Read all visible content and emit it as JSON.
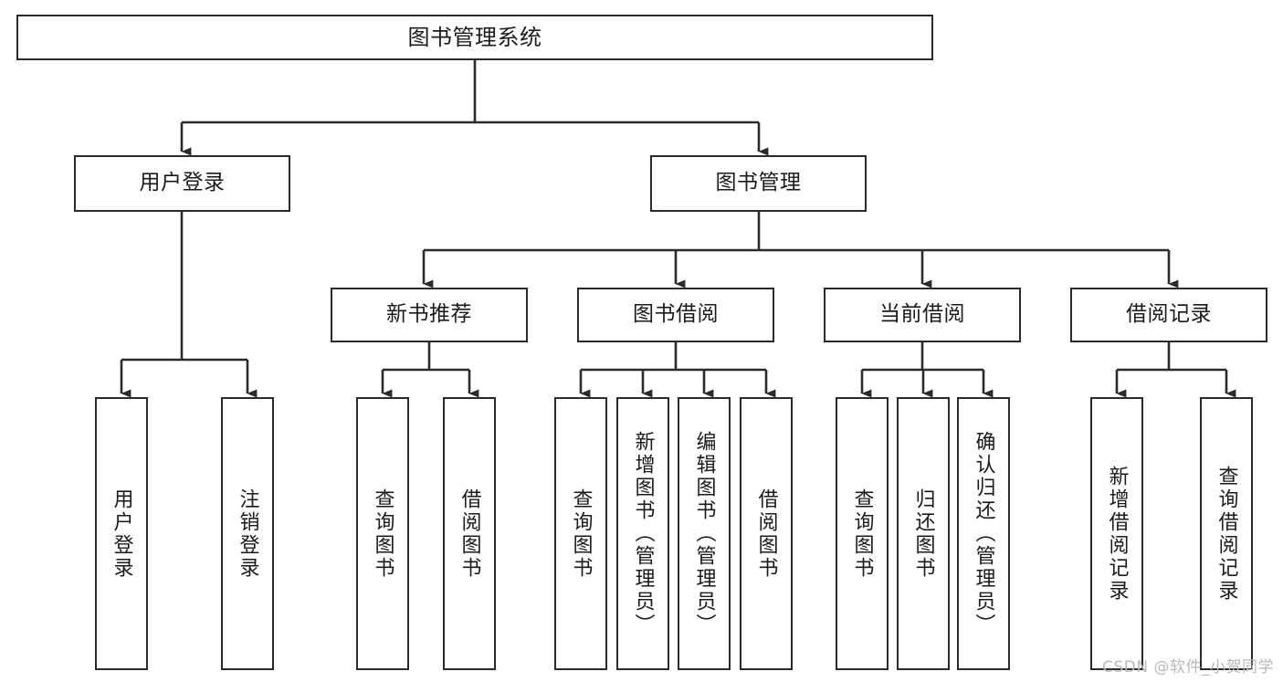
{
  "diagram": {
    "type": "tree-hierarchy",
    "title": "图书管理系统",
    "watermark": "CSDN @软件_小贺同学",
    "colors": {
      "box_border": "#2b2b2b",
      "box_fill": "#ffffff",
      "connector": "#2b2b2b",
      "text": "#1b1b1b",
      "watermark": "#b9b9b9",
      "background": "#ffffff"
    },
    "levels": {
      "level1": [
        "图书管理系统"
      ],
      "level2": [
        "用户登录",
        "图书管理"
      ],
      "level3": [
        "新书推荐",
        "图书借阅",
        "当前借阅",
        "借阅记录"
      ],
      "level4": [
        "用户登录",
        "注销登录",
        "查询图书",
        "借阅图书",
        "查询图书",
        "新增图书（管理员）",
        "编辑图书（管理员）",
        "借阅图书",
        "查询图书",
        "归还图书",
        "确认归还（管理员）",
        "新增借阅记录",
        "查询借阅记录"
      ]
    },
    "nodes": {
      "root": {
        "label": "图书管理系统"
      },
      "user_login": {
        "label": "用户登录"
      },
      "book_manage": {
        "label": "图书管理"
      },
      "new_book_rec": {
        "label": "新书推荐"
      },
      "book_borrow": {
        "label": "图书借阅"
      },
      "current_borrow": {
        "label": "当前借阅"
      },
      "borrow_record": {
        "label": "借阅记录"
      },
      "leaf_user_login": {
        "label": "用户登录"
      },
      "leaf_logout": {
        "label": "注销登录"
      },
      "leaf_query_book_1": {
        "label": "查询图书"
      },
      "leaf_borrow_book_1": {
        "label": "借阅图书"
      },
      "leaf_query_book_2": {
        "label": "查询图书"
      },
      "leaf_add_book": {
        "label": "新增图书（管理员）"
      },
      "leaf_edit_book": {
        "label": "编辑图书（管理员）"
      },
      "leaf_borrow_book_2": {
        "label": "借阅图书"
      },
      "leaf_query_book_3": {
        "label": "查询图书"
      },
      "leaf_return_book": {
        "label": "归还图书"
      },
      "leaf_confirm_return": {
        "label": "确认归还（管理员）"
      },
      "leaf_add_record": {
        "label": "新增借阅记录"
      },
      "leaf_query_record": {
        "label": "查询借阅记录"
      }
    },
    "edges": [
      {
        "from": "root",
        "to": "user_login"
      },
      {
        "from": "root",
        "to": "book_manage"
      },
      {
        "from": "user_login",
        "to": "leaf_user_login"
      },
      {
        "from": "user_login",
        "to": "leaf_logout"
      },
      {
        "from": "book_manage",
        "to": "new_book_rec"
      },
      {
        "from": "book_manage",
        "to": "book_borrow"
      },
      {
        "from": "book_manage",
        "to": "current_borrow"
      },
      {
        "from": "book_manage",
        "to": "borrow_record"
      },
      {
        "from": "new_book_rec",
        "to": "leaf_query_book_1"
      },
      {
        "from": "new_book_rec",
        "to": "leaf_borrow_book_1"
      },
      {
        "from": "book_borrow",
        "to": "leaf_query_book_2"
      },
      {
        "from": "book_borrow",
        "to": "leaf_add_book"
      },
      {
        "from": "book_borrow",
        "to": "leaf_edit_book"
      },
      {
        "from": "book_borrow",
        "to": "leaf_borrow_book_2"
      },
      {
        "from": "current_borrow",
        "to": "leaf_query_book_3"
      },
      {
        "from": "current_borrow",
        "to": "leaf_return_book"
      },
      {
        "from": "current_borrow",
        "to": "leaf_confirm_return"
      },
      {
        "from": "borrow_record",
        "to": "leaf_add_record"
      },
      {
        "from": "borrow_record",
        "to": "leaf_query_record"
      }
    ]
  }
}
